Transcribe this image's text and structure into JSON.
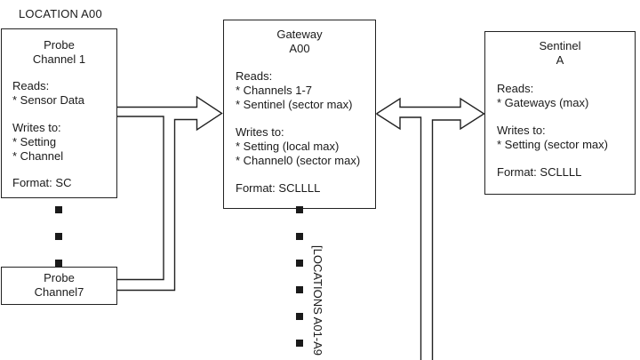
{
  "page": {
    "background_color": "#ffffff",
    "line_color": "#222222",
    "text_color": "#1a1a1a"
  },
  "location_label": "LOCATION A00",
  "boxes": {
    "probe1": {
      "title_line1": "Probe",
      "title_line2": "Channel 1",
      "reads_label": "Reads:",
      "reads_item1": "* Sensor Data",
      "writes_label": "Writes to:",
      "writes_item1": "* Setting",
      "writes_item2": "* Channel",
      "format_line": "Format: SC"
    },
    "probe7": {
      "title_line1": "Probe",
      "title_line2": "Channel7"
    },
    "gateway": {
      "title_line1": "Gateway",
      "title_line2": "A00",
      "reads_label": "Reads:",
      "reads_item1": "* Channels 1-7",
      "reads_item2": "* Sentinel (sector max)",
      "writes_label": "Writes to:",
      "writes_item1": "* Setting (local max)",
      "writes_item2": "* Channel0 (sector max)",
      "format_line": "Format: SCLLLL"
    },
    "sentinel": {
      "title_line1": "Sentinel",
      "title_line2": "A",
      "reads_label": "Reads:",
      "reads_item1": "* Gateways (max)",
      "writes_label": "Writes to:",
      "writes_item1": "* Setting (sector max)",
      "format_line": "Format: SCLLLL"
    }
  },
  "rotated_label": "[LOCATIONS A01-A9",
  "ellipsis": {
    "glyph": "■",
    "probe_column_count": 3,
    "gateway_column_count": 6
  }
}
